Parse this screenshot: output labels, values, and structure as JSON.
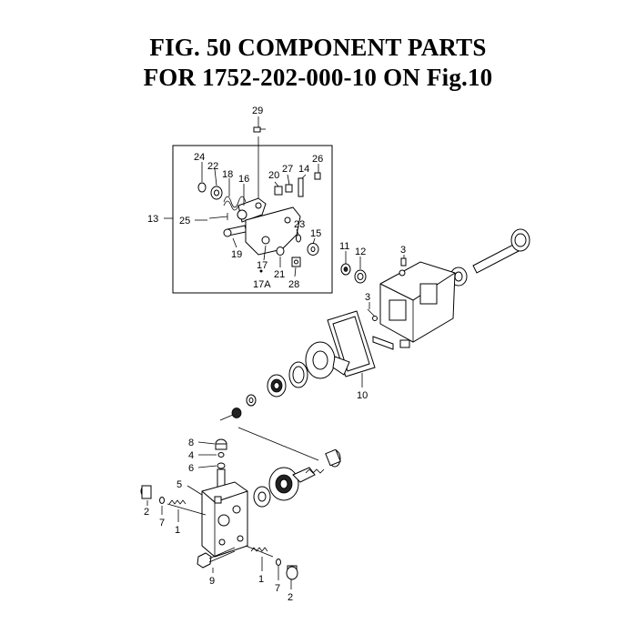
{
  "title": {
    "line1": "FIG. 50  COMPONENT PARTS",
    "line2": "FOR 1752-202-000-10 ON Fig.10"
  },
  "callouts": {
    "c29": "29",
    "c24": "24",
    "c22": "22",
    "c18": "18",
    "c16": "16",
    "c20": "20",
    "c27": "27",
    "c14": "14",
    "c26": "26",
    "c13": "13",
    "c25": "25",
    "c23": "23",
    "c15": "15",
    "c19": "19",
    "c17": "17",
    "c21": "21",
    "c17A": "17A",
    "c28": "28",
    "c11": "11",
    "c12": "12",
    "c3a": "3",
    "c3b": "3",
    "c10": "10",
    "c8": "8",
    "c4": "4",
    "c6": "6",
    "c5": "5",
    "c2a": "2",
    "c7a": "7",
    "c1a": "1",
    "c9": "9",
    "c1b": "1",
    "c7b": "7",
    "c2b": "2"
  }
}
